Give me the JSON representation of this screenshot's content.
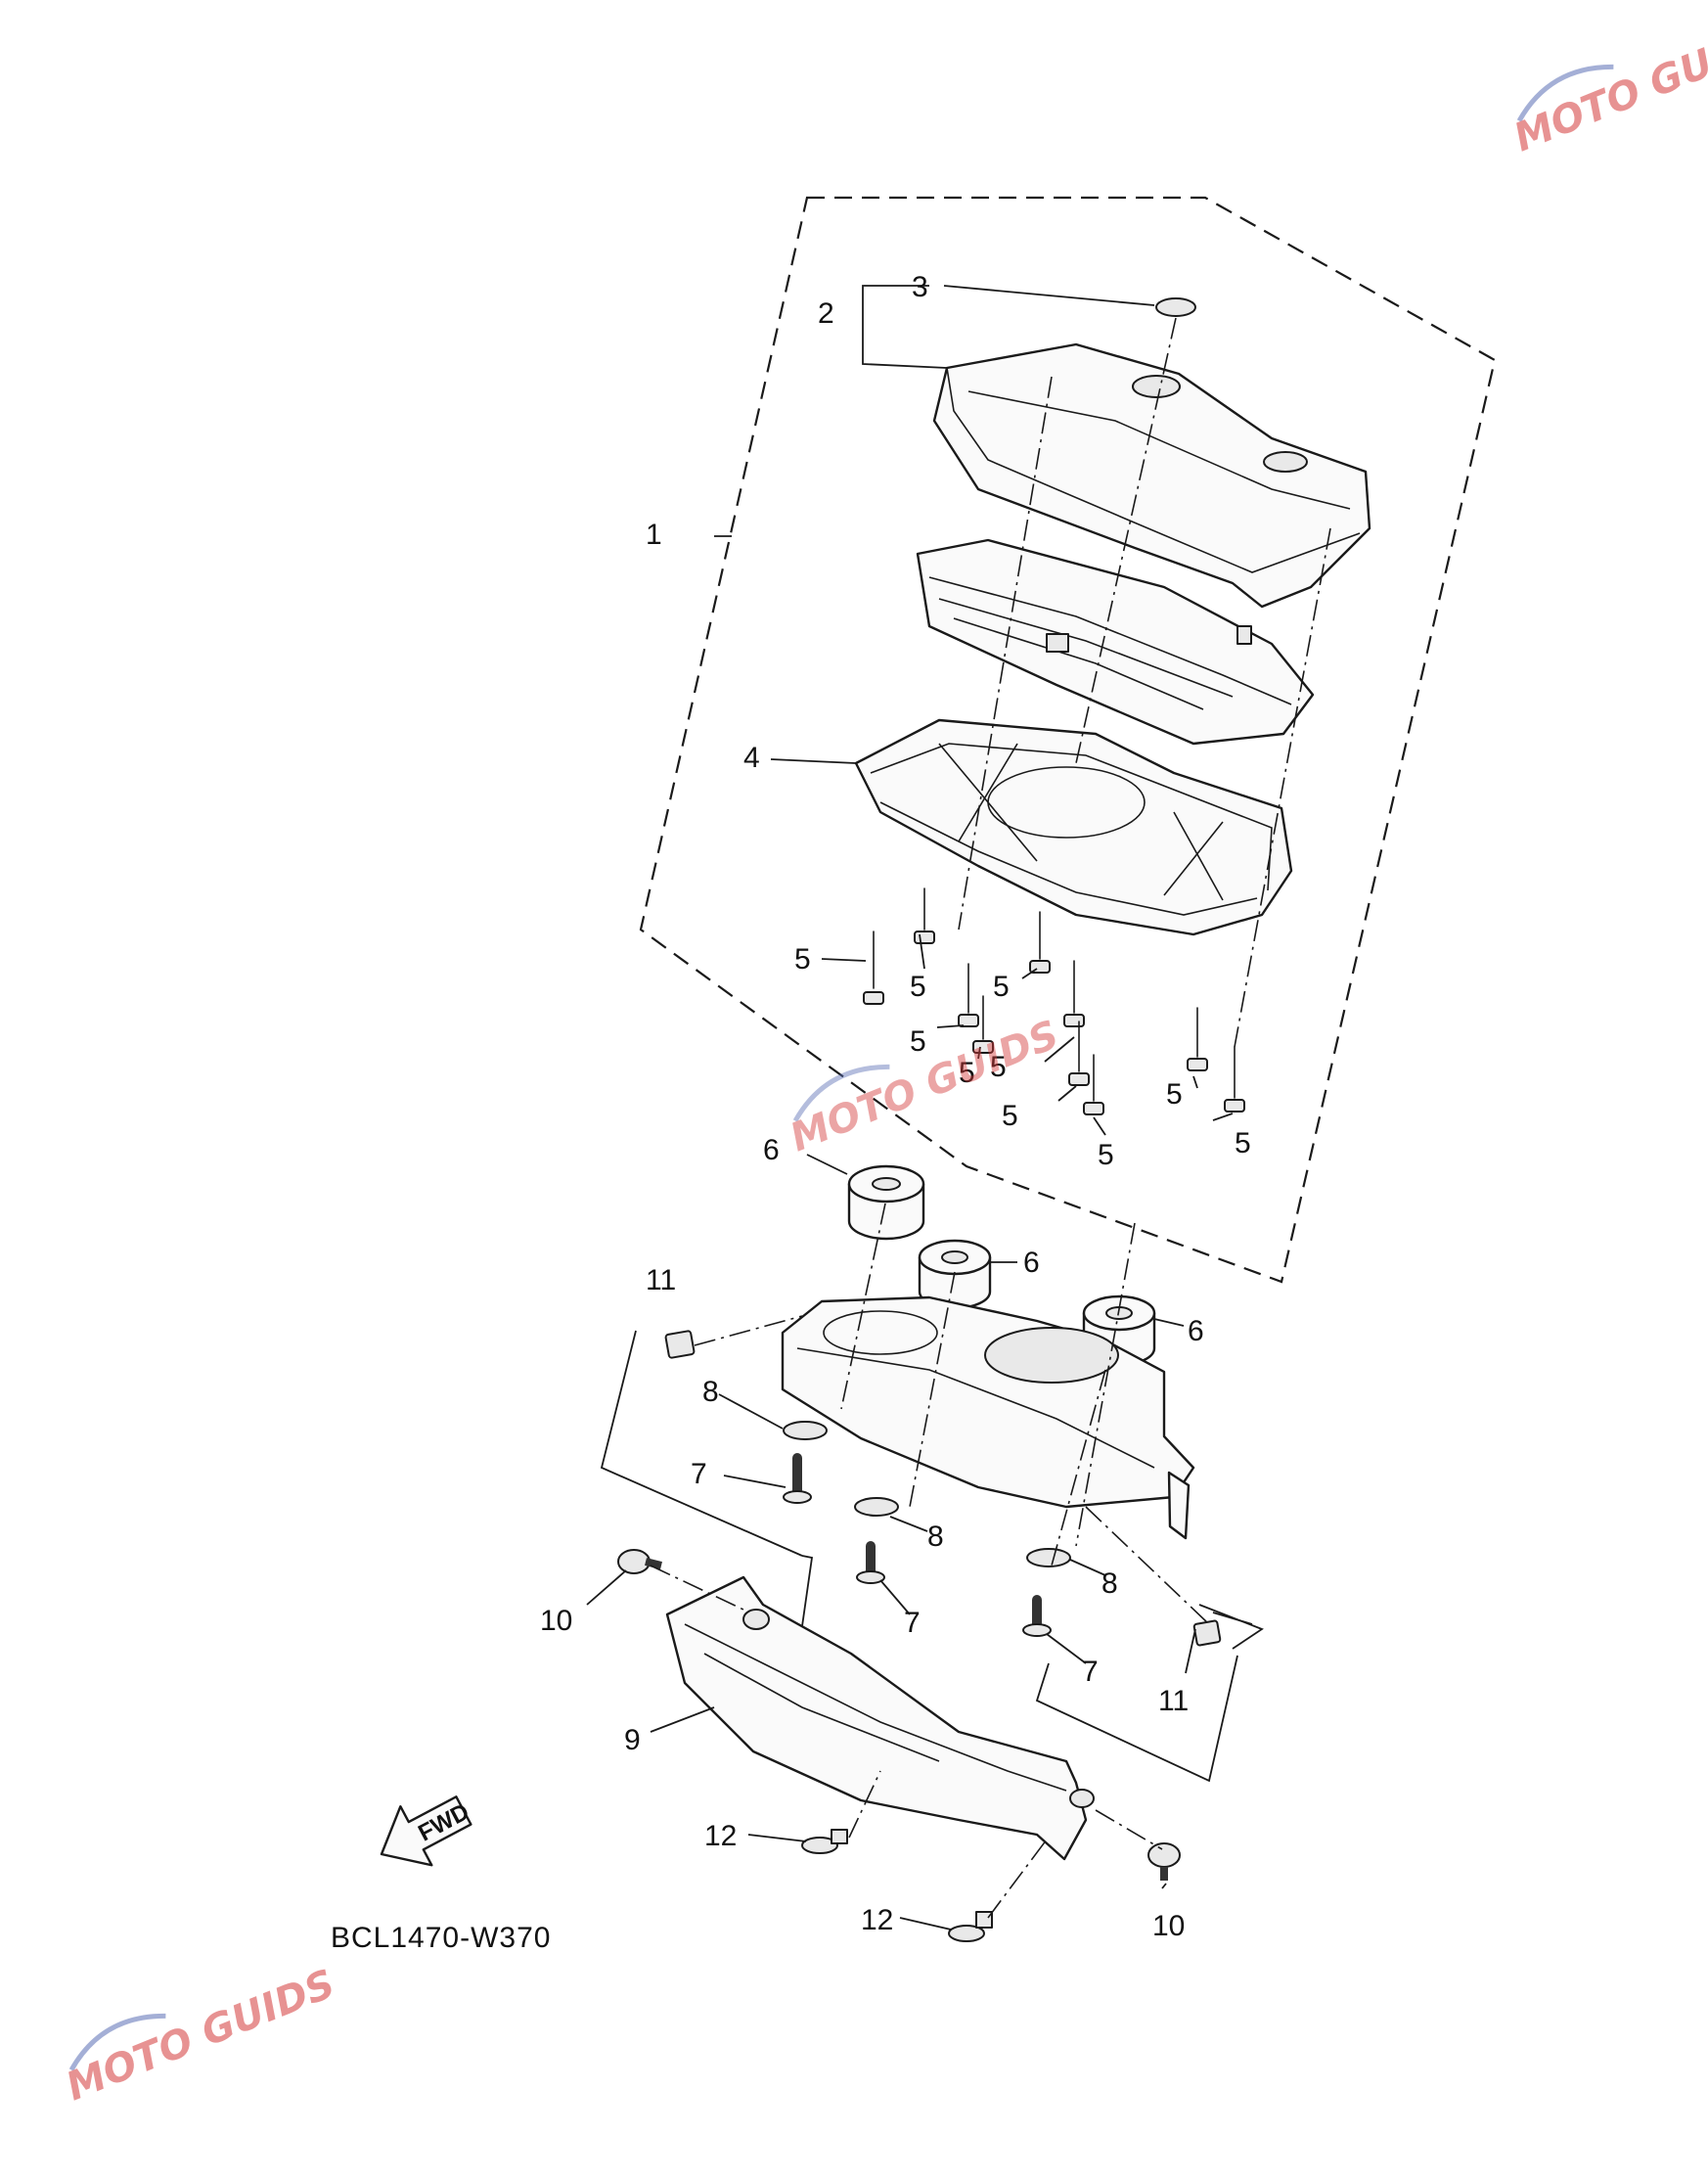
{
  "diagram": {
    "drawing_code": "BCL1470-W370",
    "fwd_arrow_label": "FWD",
    "watermark": "MOTO GUIDS",
    "part_labels": {
      "p1": "1",
      "p2": "2",
      "p3": "3",
      "p4": "4",
      "p5": "5",
      "p6": "6",
      "p7": "7",
      "p8": "8",
      "p9": "9",
      "p10": "10",
      "p11": "11",
      "p12": "12"
    }
  }
}
